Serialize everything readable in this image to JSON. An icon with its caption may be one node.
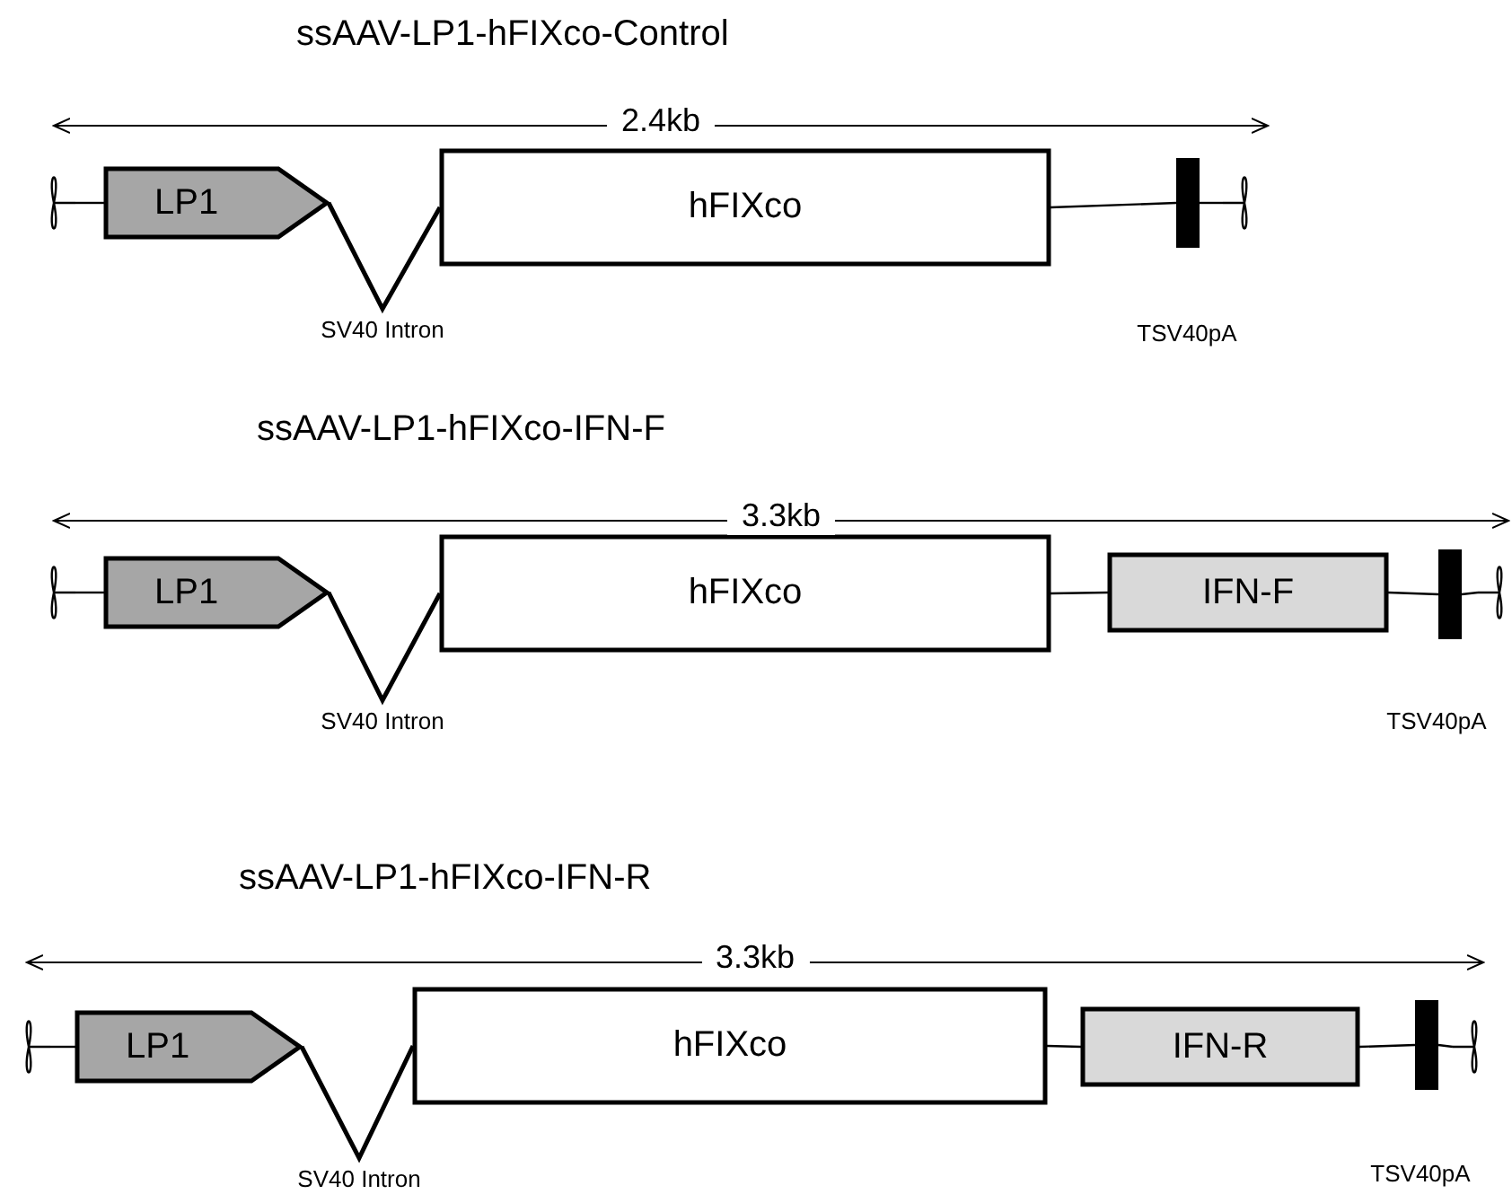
{
  "diagram": {
    "nodes": [
      {
        "text": [],
        "shape": "hairpin"
      },
      {
        "text": [
          "LP1"
        ]
      },
      {
        "text": [
          "hFIXco"
        ]
      },
      {
        "text": [],
        "shape": "bar",
        "beside": [
          "TSV40pA"
        ]
      },
      {
        "text": [],
        "shape": "hairpin"
      },
      {
        "text": [],
        "shape": "hairpin"
      },
      {
        "text": [
          "LP1"
        ]
      },
      {
        "text": [
          "hFIXco"
        ]
      },
      {
        "text": [
          "IFN-F"
        ]
      },
      {
        "text": [],
        "shape": "bar",
        "beside": [
          "TSV40pA"
        ]
      },
      {
        "text": [],
        "shape": "hairpin"
      },
      {
        "text": [],
        "shape": "hairpin"
      },
      {
        "text": [
          "LP1"
        ]
      },
      {
        "text": [
          "hFIXco"
        ]
      },
      {
        "text": [
          "IFN-R"
        ]
      },
      {
        "text": [],
        "shape": "bar",
        "beside": [
          "TSV40pA"
        ]
      },
      {
        "text": [],
        "shape": "hairpin"
      }
    ],
    "edges": [
      {
        "from": 0,
        "to": 1,
        "arrow": "none"
      },
      {
        "from": 1,
        "to": 2,
        "arrow": "none",
        "label": "SV40 Intron"
      },
      {
        "from": 2,
        "to": 3,
        "arrow": "none"
      },
      {
        "from": 3,
        "to": 4,
        "arrow": "none"
      },
      {
        "from": 5,
        "to": 6,
        "arrow": "none"
      },
      {
        "from": 6,
        "to": 7,
        "arrow": "none",
        "label": "SV40 Intron"
      },
      {
        "from": 7,
        "to": 8,
        "arrow": "none"
      },
      {
        "from": 8,
        "to": 9,
        "arrow": "none"
      },
      {
        "from": 9,
        "to": 10,
        "arrow": "none"
      },
      {
        "from": 11,
        "to": 12,
        "arrow": "none"
      },
      {
        "from": 12,
        "to": 13,
        "arrow": "none",
        "label": "SV40 Intron"
      },
      {
        "from": 13,
        "to": 14,
        "arrow": "none"
      },
      {
        "from": 14,
        "to": 15,
        "arrow": "none"
      },
      {
        "from": 15,
        "to": 16,
        "arrow": "none"
      }
    ],
    "labels": [
      "ssAAV-LP1-hFIXco-Control",
      "2.4kb",
      "ssAAV-LP1-hFIXco-IFN-F",
      "3.3kb",
      "ssAAV-LP1-hFIXco-IFN-R",
      "3.3kb"
    ]
  }
}
